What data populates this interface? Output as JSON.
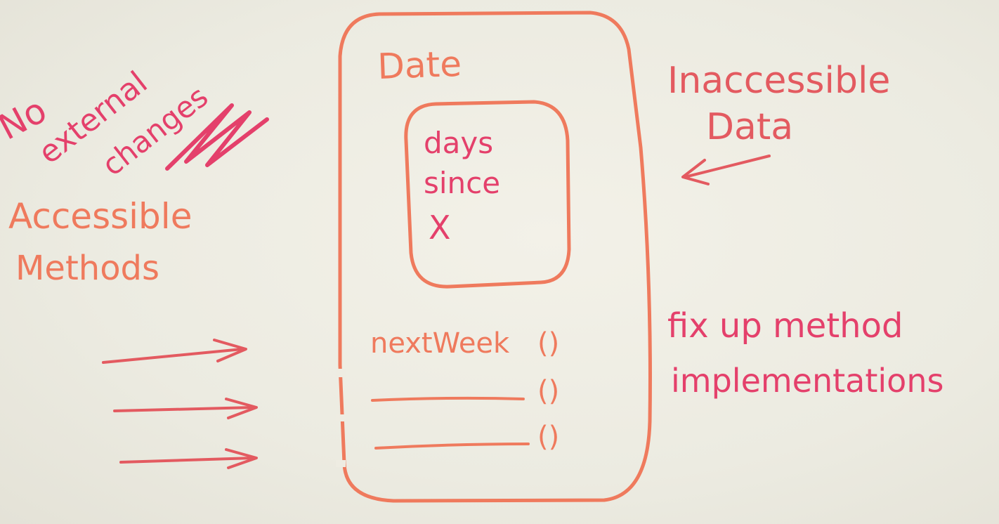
{
  "class_box": {
    "title": "Date",
    "data_box": {
      "lines": [
        "days",
        "since",
        "X"
      ]
    },
    "methods": [
      {
        "label": "nextWeek",
        "parens": "()"
      },
      {
        "label": "",
        "parens": "()"
      },
      {
        "label": "",
        "parens": "()"
      }
    ]
  },
  "left_notes": {
    "no_external": {
      "line1": "No",
      "line2": "external",
      "line3": "changes"
    },
    "accessible": {
      "line1": "Accessible",
      "line2": "Methods"
    }
  },
  "right_notes": {
    "inaccessible": {
      "line1": "Inaccessible",
      "line2": "Data"
    },
    "fix_up": {
      "line1": "fix up method",
      "line2": "implementations"
    }
  },
  "colors": {
    "orange_marker": "#ef7a5d",
    "pink_marker": "#e4406b",
    "red_marker": "#e35a60",
    "whiteboard": "#eeece2"
  }
}
